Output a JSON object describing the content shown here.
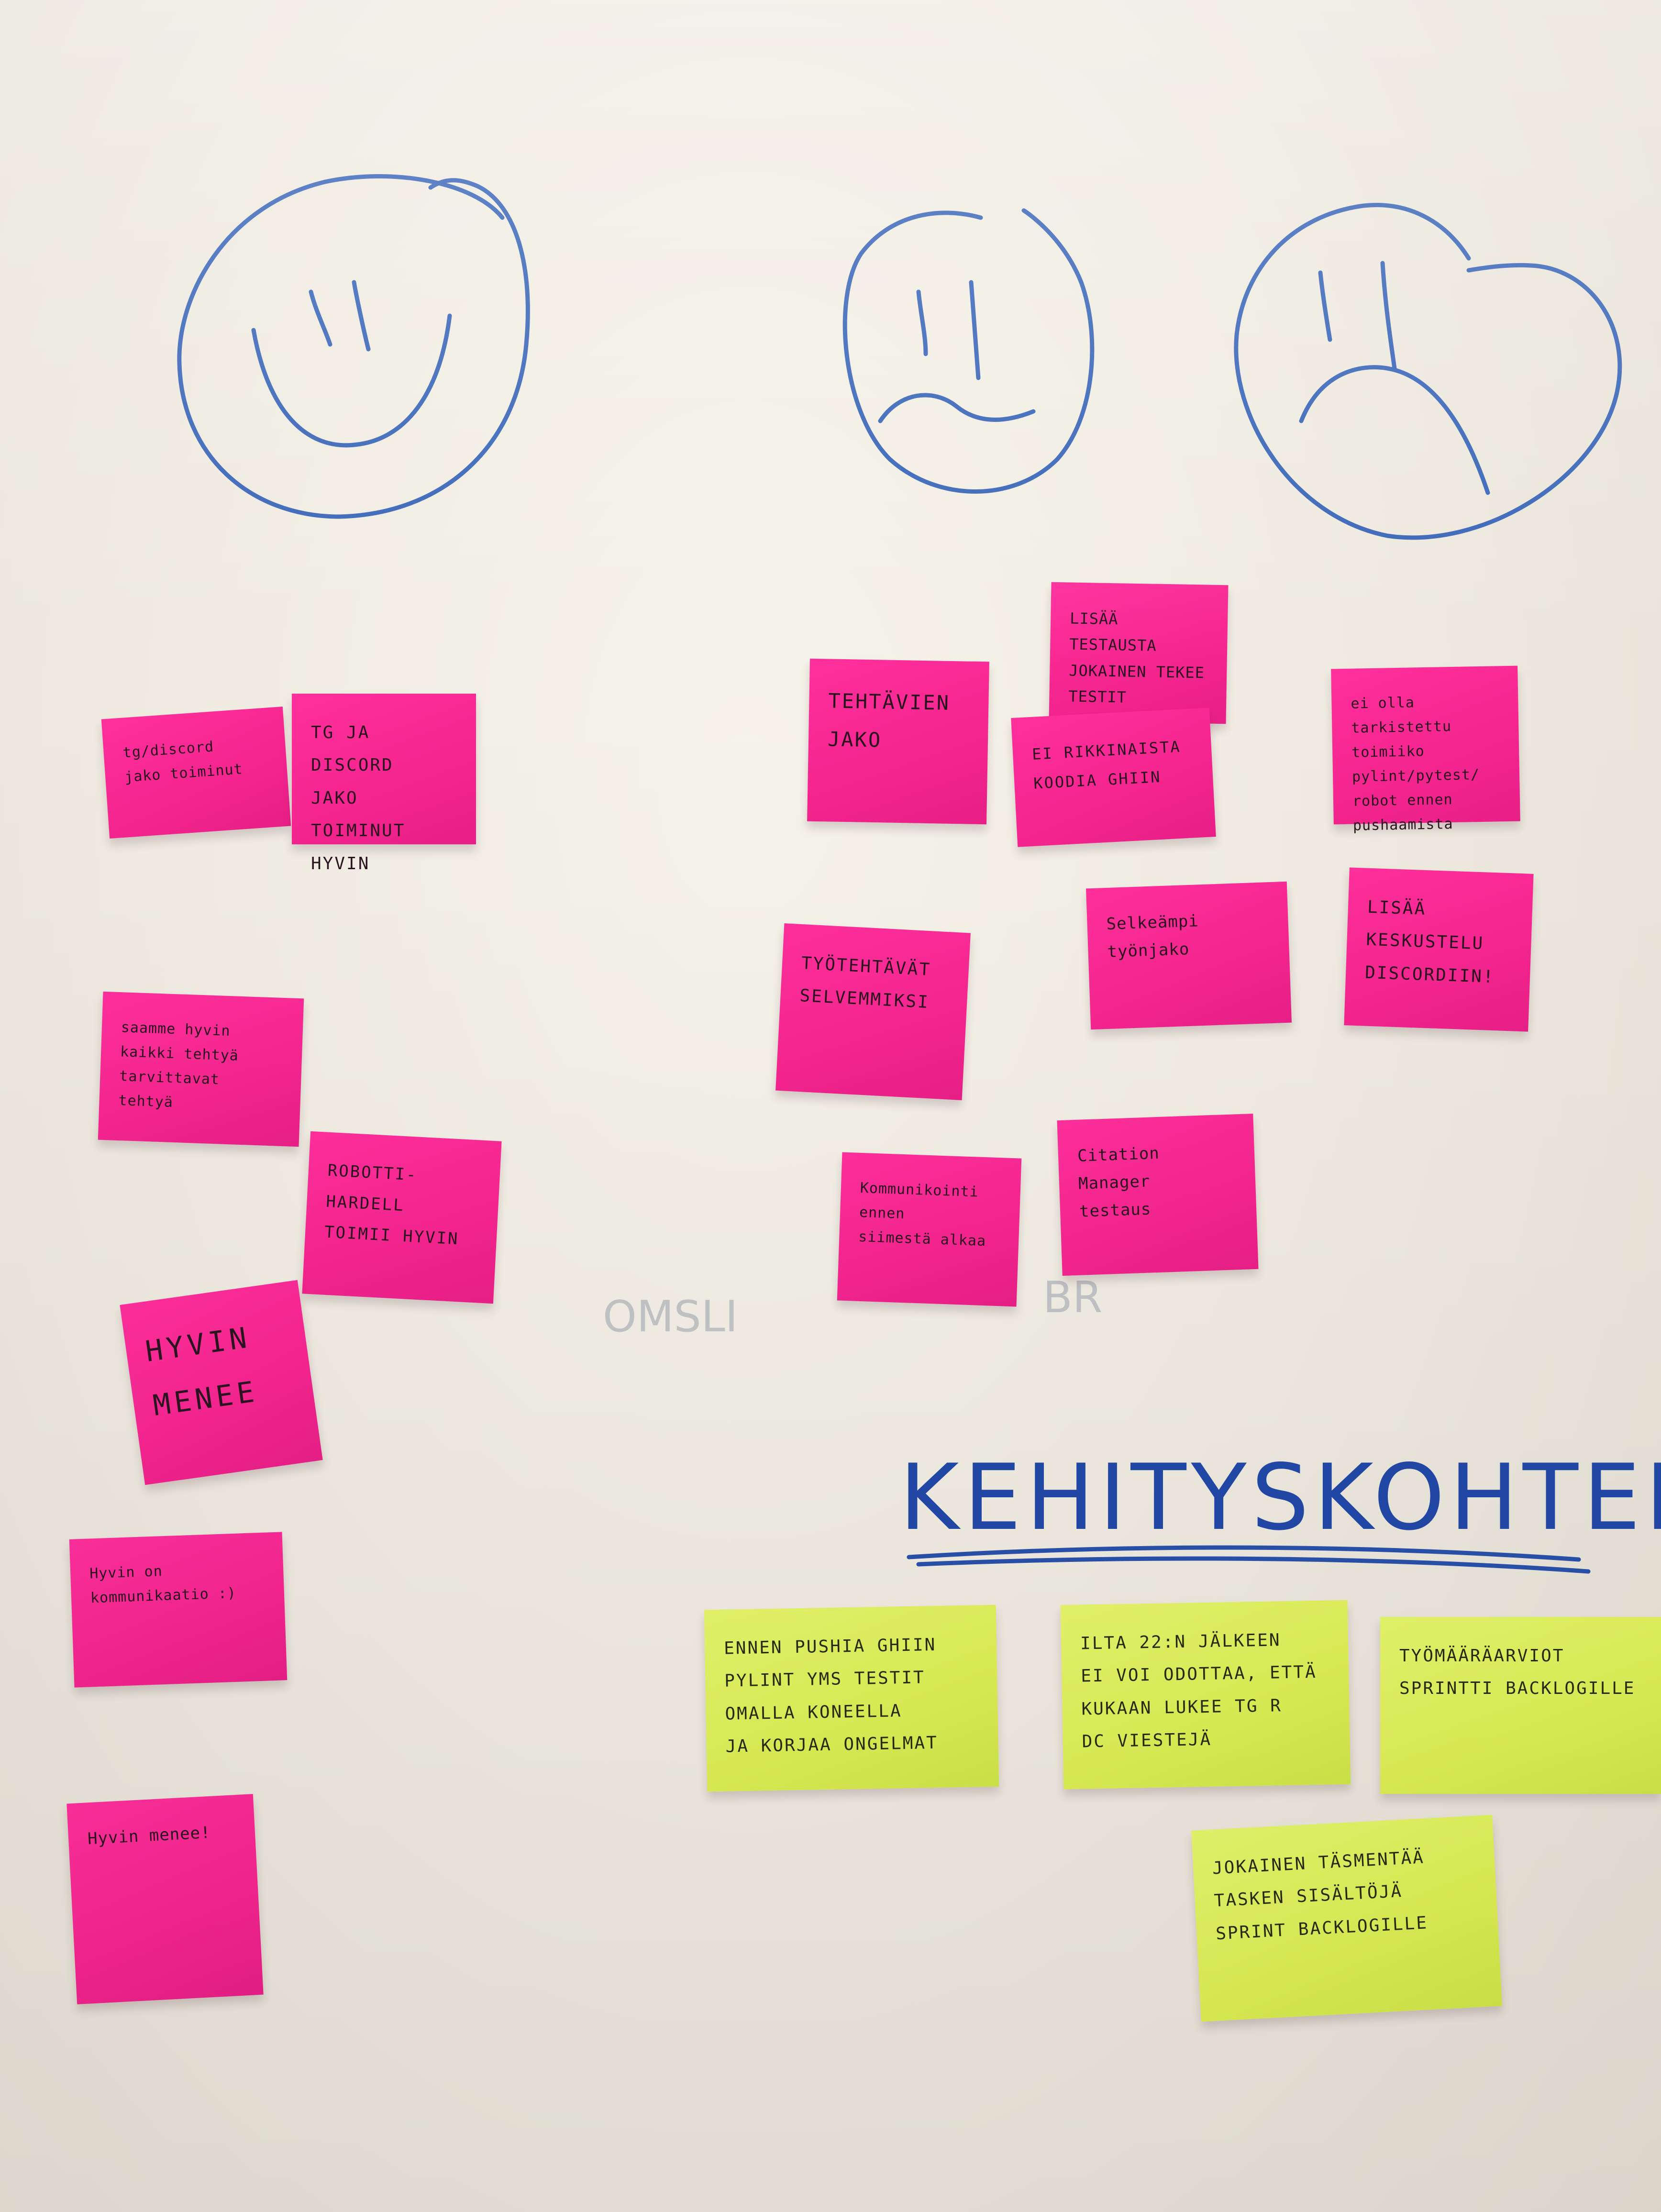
{
  "faces": [
    {
      "name": "happy"
    },
    {
      "name": "neutral"
    },
    {
      "name": "sad"
    }
  ],
  "heading": "KEHITYSKOHTEET",
  "faint_marks": [
    "OMSLI",
    "BR"
  ],
  "notes": {
    "happy": [
      "tg/discord\njako toiminut",
      "TG JA DISCORD\nJAKO TOIMINUT\nHYVIN",
      "saamme hyvin\nkaikki tehtyä\ntarvittavat tehtyä",
      "ROBOTTI-HARDELL\nTOIMII HYVIN",
      "HYVIN\nMENEE",
      "Hyvin on\nkommunikaatio :)",
      "Hyvin menee!"
    ],
    "neutral": [
      "TEHTÄVIEN\nJAKO",
      "TYÖTEHTÄVÄT\nSELVEMMIKSI",
      "Kommunikointi ennen\nsiimestä alkaa"
    ],
    "sad": [
      "LISÄÄ TESTAUSTA\nJOKAINEN TEKEE\nTESTIT KOODIINSA",
      "EI RIKKINAISTA\nKOODIA GHIIN",
      "ei olla tarkistettu\ntoimiiko pylint/pytest/\nrobot ennen\npushaamista",
      "Selkeämpi\ntyönjako",
      "LISÄÄ KESKUSTELU\nDISCORDIIN!",
      "Citation Manager\ntestaus"
    ],
    "improvements": [
      "ENNEN PUSHIA GHIIN\nPYLINT YMS TESTIT\nOMALLA KONEELLA\nJA KORJAA ONGELMAT",
      "ILTA 22:N JÄLKEEN\nEI VOI ODOTTAA, ETTÄ\nKUKAAN LUKEE TG R\nDC VIESTEJÄ",
      "TYÖMÄÄRÄARVIOT\nSPRINTTI BACKLOGILLE",
      "JOKAINEN TÄSMENTÄÄ\nTASKEN SISÄLTÖJÄ\nSPRINT BACKLOGILLE"
    ]
  }
}
